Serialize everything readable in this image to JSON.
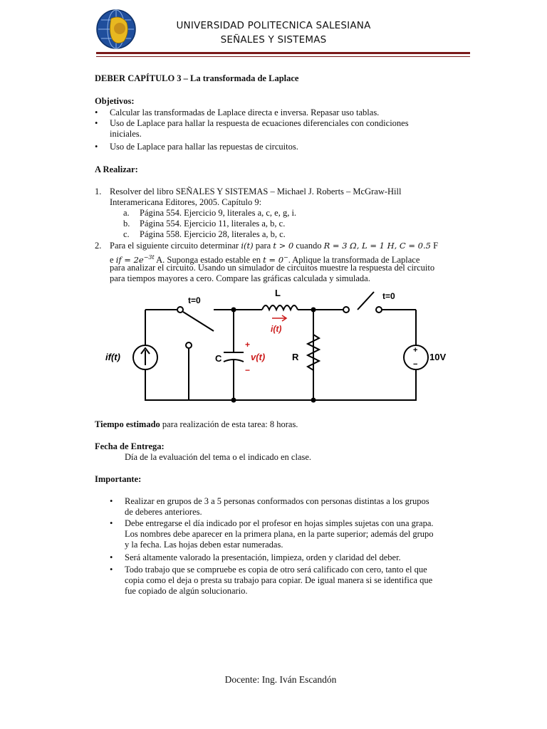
{
  "header": {
    "university": "UNIVERSIDAD POLITECNICA SALESIANA",
    "course": "SEÑALES Y SISTEMAS"
  },
  "title": "DEBER CAPÍTULO 3 – La transformada de Laplace",
  "objectives": {
    "heading": "Objetivos:",
    "items": [
      "Calcular las transformadas de Laplace directa e inversa. Repasar uso tablas.",
      "Uso de Laplace para hallar la respuesta de ecuaciones diferenciales con condiciones",
      "iniciales.",
      "Uso de Laplace para hallar las repuestas de circuitos."
    ]
  },
  "tasks": {
    "heading": "A Realizar:",
    "item1": {
      "num": "1.",
      "line1": "Resolver del libro SEÑALES Y SISTEMAS – Michael J. Roberts – McGraw-Hill",
      "line2": "Interamericana Editores, 2005. Capítulo 9:",
      "sub": [
        {
          "label": "a.",
          "text": "Página 554. Ejercicio 9, literales a, c, e, g, i."
        },
        {
          "label": "b.",
          "text": "Página 554. Ejercicio 11, literales a, b, c."
        },
        {
          "label": "c.",
          "text": "Página 558. Ejercicio 28, literales a, b, c."
        }
      ]
    },
    "item2": {
      "num": "2.",
      "t1": "Para el siguiente circuito determinar ",
      "m1": "i(t)",
      "t2": " para ",
      "m2": "t > 0",
      "t3": " cuando ",
      "m3": "R = 3 Ω, L = 1 H, C = 0.5",
      "t4": " F",
      "t5": "e ",
      "m4": "if = 2e",
      "m4sup": "−3t",
      "t6": " A. Suponga estado estable en ",
      "m5": "t = 0",
      "m5sup": "−",
      "t7": ". Aplique la transformada de Laplace",
      "line3": "para analizar el circuito. Usando un simulador de circuitos muestre la respuesta del circuito",
      "line4": "para tiempos mayores a cero. Compare las gráficas calculada y simulada."
    }
  },
  "circuit": {
    "switch1_label": "t=0",
    "switch2_label": "t=0",
    "inductor_label": "L",
    "current_label": "i(t)",
    "source_label": "if(t)",
    "cap_label": "C",
    "voltage_label": "v(t)",
    "plus": "+",
    "minus": "−",
    "resistor_label": "R",
    "vsource_label": "10V",
    "accent": "#cc1a1a"
  },
  "time": {
    "bold": "Tiempo estimado",
    "rest": " para realización de esta tarea: 8 horas."
  },
  "delivery": {
    "heading": "Fecha de Entrega:",
    "text": "Día de la evaluación del tema o el indicado en clase."
  },
  "important": {
    "heading": "Importante:",
    "items": [
      [
        "Realizar en grupos de 3 a 5 personas conformados con personas distintas a los grupos",
        "de deberes anteriores."
      ],
      [
        "Debe entregarse el día indicado por el profesor en hojas simples sujetas con una grapa.",
        "Los nombres debe aparecer en la primera plana, en la parte superior; además del grupo",
        "y la fecha. Las hojas deben estar numeradas."
      ],
      [
        "Será altamente valorado la presentación, limpieza, orden y claridad del deber."
      ],
      [
        "Todo trabajo que se compruebe es copia de otro será calificado con cero, tanto el que",
        "copia como el deja o presta su trabajo para copiar. De igual manera si se identifica que",
        "fue copiado de algún solucionario."
      ]
    ]
  },
  "footer": "Docente: Ing. Iván Escandón"
}
